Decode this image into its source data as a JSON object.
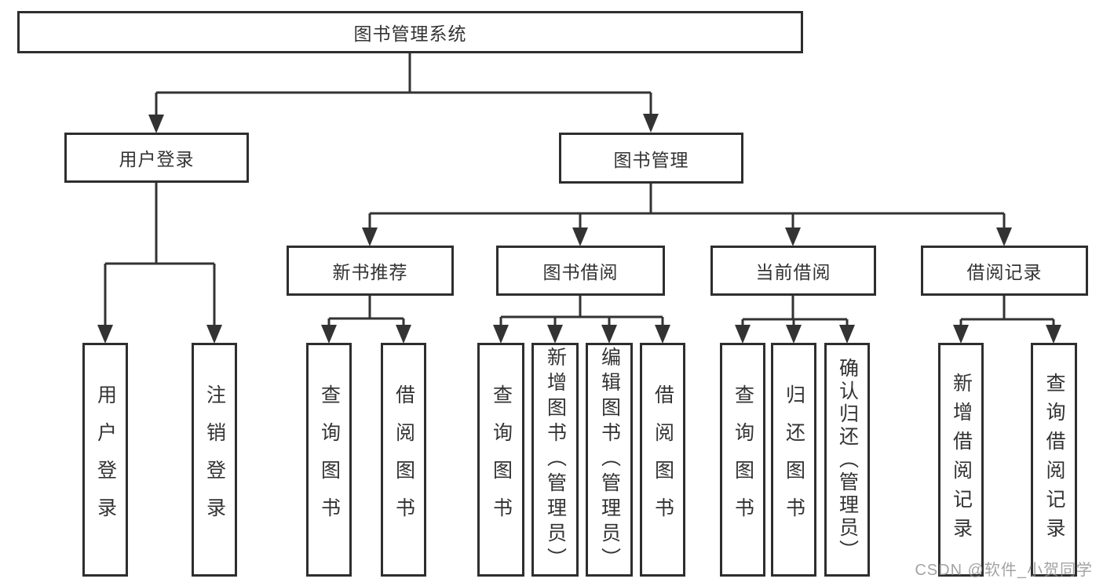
{
  "nodes": {
    "root": "图书管理系统",
    "user_login": "用户登录",
    "book_management": "图书管理",
    "new_book_recommend": "新书推荐",
    "book_borrowing": "图书借阅",
    "current_borrowing": "当前借阅",
    "borrowing_records": "借阅记录",
    "leaf_user_login": "用户登录",
    "leaf_logout_login": "注销登录",
    "leaf_nbr_query_books": "查询图书",
    "leaf_nbr_borrow_books": "借阅图书",
    "leaf_bb_query_books": "查询图书",
    "leaf_bb_add_books_admin": "新增图书（管理员）",
    "leaf_bb_edit_books_admin": "编辑图书（管理员）",
    "leaf_bb_borrow_books": "借阅图书",
    "leaf_cb_query_books": "查询图书",
    "leaf_cb_return_books": "归还图书",
    "leaf_cb_confirm_return_admin": "确认归还（管理员）",
    "leaf_br_add_record": "新增借阅记录",
    "leaf_br_query_record": "查询借阅记录"
  },
  "watermark": "CSDN @软件_小贺同学",
  "colors": {
    "line": "#333333",
    "box_border": "#2e2e2e",
    "text": "#333333",
    "watermark": "#8d8d8d",
    "background": "#ffffff"
  }
}
